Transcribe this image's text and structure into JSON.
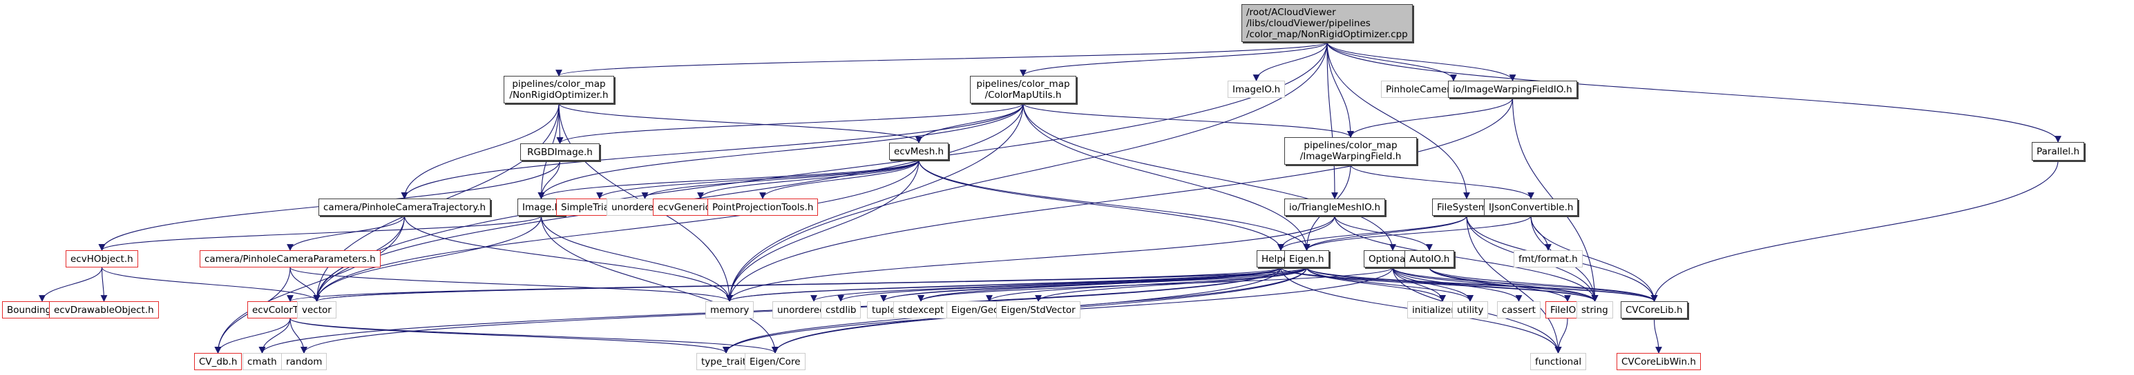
{
  "diagram": {
    "title": "Include dependency graph for NonRigidOptimizer.cpp",
    "edge_color": "#191970",
    "legend_colors": {
      "documented": "#404040",
      "undocumented": "#e52a2a",
      "system": "#cccccc",
      "root_fill": "#bfbfbf"
    },
    "nodes": [
      {
        "id": "root",
        "label": "/root/ACloudViewer\n/libs/cloudViewer/pipelines\n/color_map/NonRigidOptimizer.cpp",
        "kind": "root"
      },
      {
        "id": "nro",
        "label": "pipelines/color_map\n/NonRigidOptimizer.h",
        "kind": "doc"
      },
      {
        "id": "cmu",
        "label": "pipelines/color_map\n/ColorMapUtils.h",
        "kind": "doc"
      },
      {
        "id": "imgio",
        "label": "ImageIO.h",
        "kind": "sys"
      },
      {
        "id": "pctio",
        "label": "PinholeCameraTrajectoryIO.h",
        "kind": "sys"
      },
      {
        "id": "iwfio",
        "label": "io/ImageWarpingFieldIO.h",
        "kind": "doc"
      },
      {
        "id": "parallel",
        "label": "Parallel.h",
        "kind": "doc"
      },
      {
        "id": "rgbd",
        "label": "RGBDImage.h",
        "kind": "doc"
      },
      {
        "id": "ecvmesh",
        "label": "ecvMesh.h",
        "kind": "doc"
      },
      {
        "id": "iwf",
        "label": "pipelines/color_map\n/ImageWarpingField.h",
        "kind": "doc"
      },
      {
        "id": "pct",
        "label": "camera/PinholeCameraTrajectory.h",
        "kind": "doc"
      },
      {
        "id": "image",
        "label": "Image.h",
        "kind": "doc"
      },
      {
        "id": "simpletri",
        "label": "SimpleTriangle.h",
        "kind": "undoc"
      },
      {
        "id": "uset",
        "label": "unordered_set",
        "kind": "sys"
      },
      {
        "id": "genmesh",
        "label": "ecvGenericMesh.h",
        "kind": "undoc"
      },
      {
        "id": "ppt",
        "label": "PointProjectionTools.h",
        "kind": "undoc"
      },
      {
        "id": "trimeshio",
        "label": "io/TriangleMeshIO.h",
        "kind": "doc"
      },
      {
        "id": "fs",
        "label": "FileSystem.h",
        "kind": "doc"
      },
      {
        "id": "ijson",
        "label": "IJsonConvertible.h",
        "kind": "doc"
      },
      {
        "id": "hobj",
        "label": "ecvHObject.h",
        "kind": "undoc"
      },
      {
        "id": "pcp",
        "label": "camera/PinholeCameraParameters.h",
        "kind": "undoc"
      },
      {
        "id": "helper",
        "label": "Helper.h",
        "kind": "doc"
      },
      {
        "id": "eigen",
        "label": "Eigen.h",
        "kind": "doc"
      },
      {
        "id": "optional",
        "label": "Optional.h",
        "kind": "doc"
      },
      {
        "id": "autoio",
        "label": "AutoIO.h",
        "kind": "doc"
      },
      {
        "id": "fmt",
        "label": "fmt/format.h",
        "kind": "sys"
      },
      {
        "id": "bbox",
        "label": "BoundingBox.h",
        "kind": "undoc"
      },
      {
        "id": "drawable",
        "label": "ecvDrawableObject.h",
        "kind": "undoc"
      },
      {
        "id": "colortypes",
        "label": "ecvColorTypes.h",
        "kind": "undoc"
      },
      {
        "id": "vector",
        "label": "vector",
        "kind": "sys"
      },
      {
        "id": "memory",
        "label": "memory",
        "kind": "sys"
      },
      {
        "id": "umap",
        "label": "unordered_map",
        "kind": "sys"
      },
      {
        "id": "cstdlib",
        "label": "cstdlib",
        "kind": "sys"
      },
      {
        "id": "tuple",
        "label": "tuple",
        "kind": "sys"
      },
      {
        "id": "stdexcept",
        "label": "stdexcept",
        "kind": "sys"
      },
      {
        "id": "egeom",
        "label": "Eigen/Geometry",
        "kind": "sys"
      },
      {
        "id": "estdvec",
        "label": "Eigen/StdVector",
        "kind": "sys"
      },
      {
        "id": "initlist",
        "label": "initializer_list",
        "kind": "sys"
      },
      {
        "id": "utility",
        "label": "utility",
        "kind": "sys"
      },
      {
        "id": "cassert",
        "label": "cassert",
        "kind": "sys"
      },
      {
        "id": "fileio",
        "label": "FileIO.h",
        "kind": "undoc"
      },
      {
        "id": "string",
        "label": "string",
        "kind": "sys"
      },
      {
        "id": "cvcore",
        "label": "CVCoreLib.h",
        "kind": "doc"
      },
      {
        "id": "cvdb",
        "label": "CV_db.h",
        "kind": "undoc"
      },
      {
        "id": "cmath",
        "label": "cmath",
        "kind": "sys"
      },
      {
        "id": "random",
        "label": "random",
        "kind": "sys"
      },
      {
        "id": "typetraits",
        "label": "type_traits",
        "kind": "sys"
      },
      {
        "id": "ecore",
        "label": "Eigen/Core",
        "kind": "sys"
      },
      {
        "id": "functional",
        "label": "functional",
        "kind": "sys"
      },
      {
        "id": "cvcorewin",
        "label": "CVCoreLibWin.h",
        "kind": "undoc"
      }
    ],
    "edges": [
      [
        "root",
        "nro"
      ],
      [
        "root",
        "cmu"
      ],
      [
        "root",
        "imgio"
      ],
      [
        "root",
        "pctio"
      ],
      [
        "root",
        "iwfio"
      ],
      [
        "root",
        "parallel"
      ],
      [
        "root",
        "iwf"
      ],
      [
        "root",
        "trimeshio"
      ],
      [
        "root",
        "fs"
      ],
      [
        "root",
        "vector"
      ],
      [
        "root",
        "memory"
      ],
      [
        "nro",
        "rgbd"
      ],
      [
        "nro",
        "ecvmesh"
      ],
      [
        "nro",
        "pct"
      ],
      [
        "nro",
        "image"
      ],
      [
        "nro",
        "vector"
      ],
      [
        "nro",
        "memory"
      ],
      [
        "cmu",
        "rgbd"
      ],
      [
        "cmu",
        "ecvmesh"
      ],
      [
        "cmu",
        "iwf"
      ],
      [
        "cmu",
        "pct"
      ],
      [
        "cmu",
        "image"
      ],
      [
        "cmu",
        "eigen"
      ],
      [
        "cmu",
        "optional"
      ],
      [
        "cmu",
        "vector"
      ],
      [
        "cmu",
        "memory"
      ],
      [
        "iwfio",
        "iwf"
      ],
      [
        "iwfio",
        "memory"
      ],
      [
        "iwfio",
        "string"
      ],
      [
        "parallel",
        "cvcore"
      ],
      [
        "rgbd",
        "image"
      ],
      [
        "rgbd",
        "hobj"
      ],
      [
        "ecvmesh",
        "image"
      ],
      [
        "ecvmesh",
        "simpletri"
      ],
      [
        "ecvmesh",
        "uset"
      ],
      [
        "ecvmesh",
        "genmesh"
      ],
      [
        "ecvmesh",
        "ppt"
      ],
      [
        "ecvmesh",
        "helper"
      ],
      [
        "ecvmesh",
        "eigen"
      ],
      [
        "ecvmesh",
        "vector"
      ],
      [
        "ecvmesh",
        "memory"
      ],
      [
        "iwf",
        "ijson"
      ],
      [
        "iwf",
        "eigen"
      ],
      [
        "pct",
        "pcp"
      ],
      [
        "pct",
        "vector"
      ],
      [
        "pct",
        "memory"
      ],
      [
        "pct",
        "cvdb"
      ],
      [
        "image",
        "hobj"
      ],
      [
        "image",
        "vector"
      ],
      [
        "image",
        "memory"
      ],
      [
        "image",
        "ecore"
      ],
      [
        "trimeshio",
        "helper"
      ],
      [
        "trimeshio",
        "autoio"
      ],
      [
        "trimeshio",
        "string"
      ],
      [
        "trimeshio",
        "memory"
      ],
      [
        "fs",
        "helper"
      ],
      [
        "fs",
        "eigen"
      ],
      [
        "fs",
        "string"
      ],
      [
        "fs",
        "functional"
      ],
      [
        "fs",
        "cvcore"
      ],
      [
        "ijson",
        "eigen"
      ],
      [
        "ijson",
        "fmt"
      ],
      [
        "ijson",
        "string"
      ],
      [
        "ijson",
        "cvcore"
      ],
      [
        "hobj",
        "bbox"
      ],
      [
        "hobj",
        "drawable"
      ],
      [
        "hobj",
        "vector"
      ],
      [
        "pcp",
        "cvdb"
      ],
      [
        "pcp",
        "vector"
      ],
      [
        "pcp",
        "memory"
      ],
      [
        "helper",
        "vector"
      ],
      [
        "helper",
        "memory"
      ],
      [
        "helper",
        "umap"
      ],
      [
        "helper",
        "cstdlib"
      ],
      [
        "helper",
        "tuple"
      ],
      [
        "helper",
        "stdexcept"
      ],
      [
        "helper",
        "random"
      ],
      [
        "helper",
        "string"
      ],
      [
        "helper",
        "cvcore"
      ],
      [
        "helper",
        "functional"
      ],
      [
        "helper",
        "ecore"
      ],
      [
        "helper",
        "cmath"
      ],
      [
        "eigen",
        "ecore"
      ],
      [
        "eigen",
        "egeom"
      ],
      [
        "eigen",
        "estdvec"
      ],
      [
        "eigen",
        "initlist"
      ],
      [
        "eigen",
        "utility"
      ],
      [
        "eigen",
        "vector"
      ],
      [
        "eigen",
        "memory"
      ],
      [
        "eigen",
        "tuple"
      ],
      [
        "eigen",
        "colortypes"
      ],
      [
        "eigen",
        "typetraits"
      ],
      [
        "eigen",
        "string"
      ],
      [
        "eigen",
        "cvcore"
      ],
      [
        "optional",
        "initlist"
      ],
      [
        "optional",
        "utility"
      ],
      [
        "optional",
        "cassert"
      ],
      [
        "optional",
        "stdexcept"
      ],
      [
        "optional",
        "string"
      ],
      [
        "optional",
        "functional"
      ],
      [
        "optional",
        "typetraits"
      ],
      [
        "optional",
        "cvcore"
      ],
      [
        "autoio",
        "fileio"
      ],
      [
        "autoio",
        "string"
      ],
      [
        "autoio",
        "cvcore"
      ],
      [
        "fileio",
        "functional"
      ],
      [
        "colortypes",
        "cvdb"
      ],
      [
        "colortypes",
        "cmath"
      ],
      [
        "colortypes",
        "random"
      ],
      [
        "colortypes",
        "typetraits"
      ],
      [
        "colortypes",
        "ecore"
      ],
      [
        "cvcore",
        "cvcorewin"
      ]
    ]
  }
}
